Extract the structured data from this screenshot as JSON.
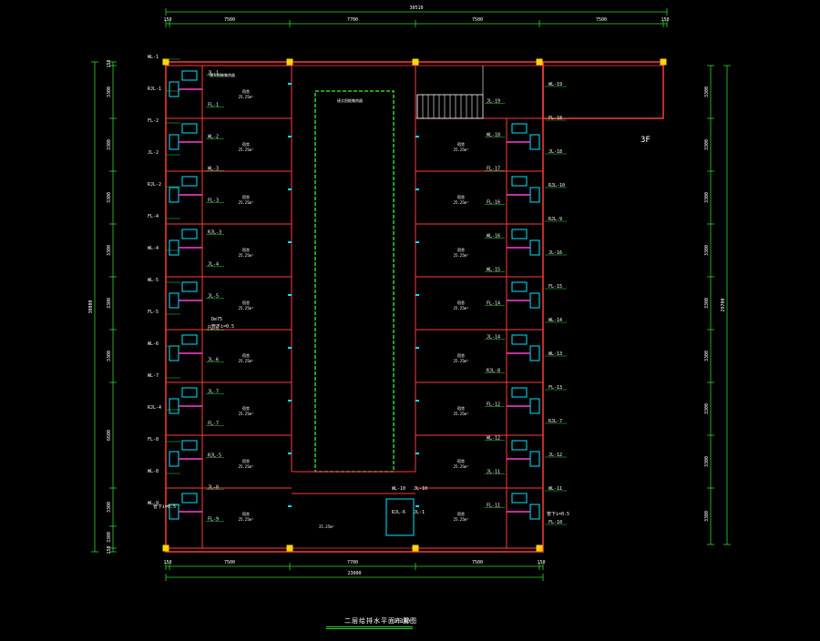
{
  "title": "二层给排水平面布置图",
  "scale": "1:100",
  "floor_mark": "3F",
  "colors": {
    "background": "#000000",
    "wall": "#ff3b3b",
    "dimension": "#2fd62f",
    "label": "#ffffff",
    "pipe_cold": "#2fd62f",
    "pipe_hot": "#ff3fd0",
    "fixture": "#00e5ff",
    "column": "#ffd700",
    "stair": "#ffffff"
  },
  "dims": {
    "top_overall": "30510",
    "top_segments": [
      "150",
      "7500",
      "7700",
      "7500",
      "7500",
      "150"
    ],
    "bottom_overall": "23000",
    "bottom_segments": [
      "150",
      "7500",
      "7700",
      "7500",
      "150"
    ],
    "left_overall": "30000",
    "left_segments": [
      "150",
      "3300",
      "3300",
      "3300",
      "3300",
      "3300",
      "3300",
      "6600",
      "3300",
      "3300",
      "150"
    ],
    "right_overall": "29700",
    "right_segments": [
      "3300",
      "3300",
      "3300",
      "3300",
      "3300",
      "3300",
      "3300",
      "3300",
      "3300"
    ]
  },
  "labels": {
    "left": [
      "WL-1",
      "JL-1",
      "RJL-1",
      "FL-1",
      "FL-2",
      "WL-2",
      "JL-2",
      "WL-3",
      "RJL-2",
      "FL-3",
      "FL-4",
      "RJL-3",
      "WL-4",
      "JL-4",
      "WL-5",
      "JL-5",
      "FL-5",
      "FL-6",
      "WL-6",
      "JL-6",
      "WL-7",
      "JL-7",
      "RJL-4",
      "FL-7",
      "FL-8",
      "RJL-5",
      "WL-8",
      "JL-8",
      "WL-9",
      "FL-9"
    ],
    "right": [
      "WL-19",
      "JL-19",
      "FL-18",
      "WL-18",
      "JL-18",
      "FL-17",
      "RJL-10",
      "FL-16",
      "RJL-9",
      "WL-16",
      "JL-16",
      "WL-15",
      "FL-15",
      "FL-14",
      "WL-14",
      "JL-14",
      "WL-13",
      "RJL-8",
      "FL-13",
      "FL-12",
      "RJL-7",
      "WL-12",
      "JL-12",
      "JL-11",
      "WL-11",
      "FL-11",
      "FL-10"
    ],
    "bottom": [
      "WL-10",
      "JL-10",
      "RJL-6",
      "JL-1"
    ]
  },
  "notes": {
    "area_note": "25.25m²",
    "heater": "接太阳能集热器",
    "pipe_note": "De75",
    "pipe_note2": "管下i=0.5"
  }
}
